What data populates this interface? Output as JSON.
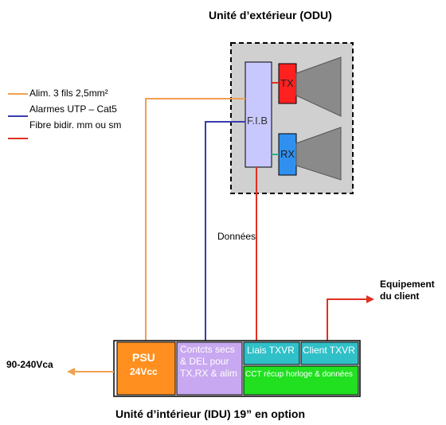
{
  "odu": {
    "title": "Unité d’extérieur (ODU)",
    "fib_label": "F.I.B",
    "tx_label": "TX",
    "rx_label": "RX"
  },
  "legend": {
    "items": [
      {
        "label": "Alim. 3 fils 2,5mm²",
        "color": "#f0a050"
      },
      {
        "label": "Alarmes UTP – Cat5",
        "color": "#3a3ab0"
      },
      {
        "label": "Fibre bidir. mm ou sm",
        "color": "#e03020"
      }
    ]
  },
  "connections": {
    "data_label": "Données"
  },
  "client": {
    "label_line1": "Equipement",
    "label_line2": "du client"
  },
  "idu": {
    "title": "Unité d’intérieur (IDU) 19” en option",
    "psu_line1": "PSU",
    "psu_line2": "24Vcc",
    "contacts_line1": "Contcts secs",
    "contacts_line2": "& DEL pour",
    "contacts_line3": "TX,RX & alim",
    "liais": "Liais TXVR",
    "client_txvr": "Client TXVR",
    "cct": "CCT récup horloge & données"
  },
  "power": {
    "label": "90-240Vca"
  },
  "colors": {
    "orange": "#f0a050",
    "blue": "#3a3ab0",
    "red": "#e03020",
    "psu": "#ff9020",
    "lavender": "#c8a8f0",
    "teal": "#30c0c8",
    "green": "#20e020",
    "fib": "#c8c8ff",
    "tx": "#ff2020",
    "rx": "#3090f0"
  }
}
